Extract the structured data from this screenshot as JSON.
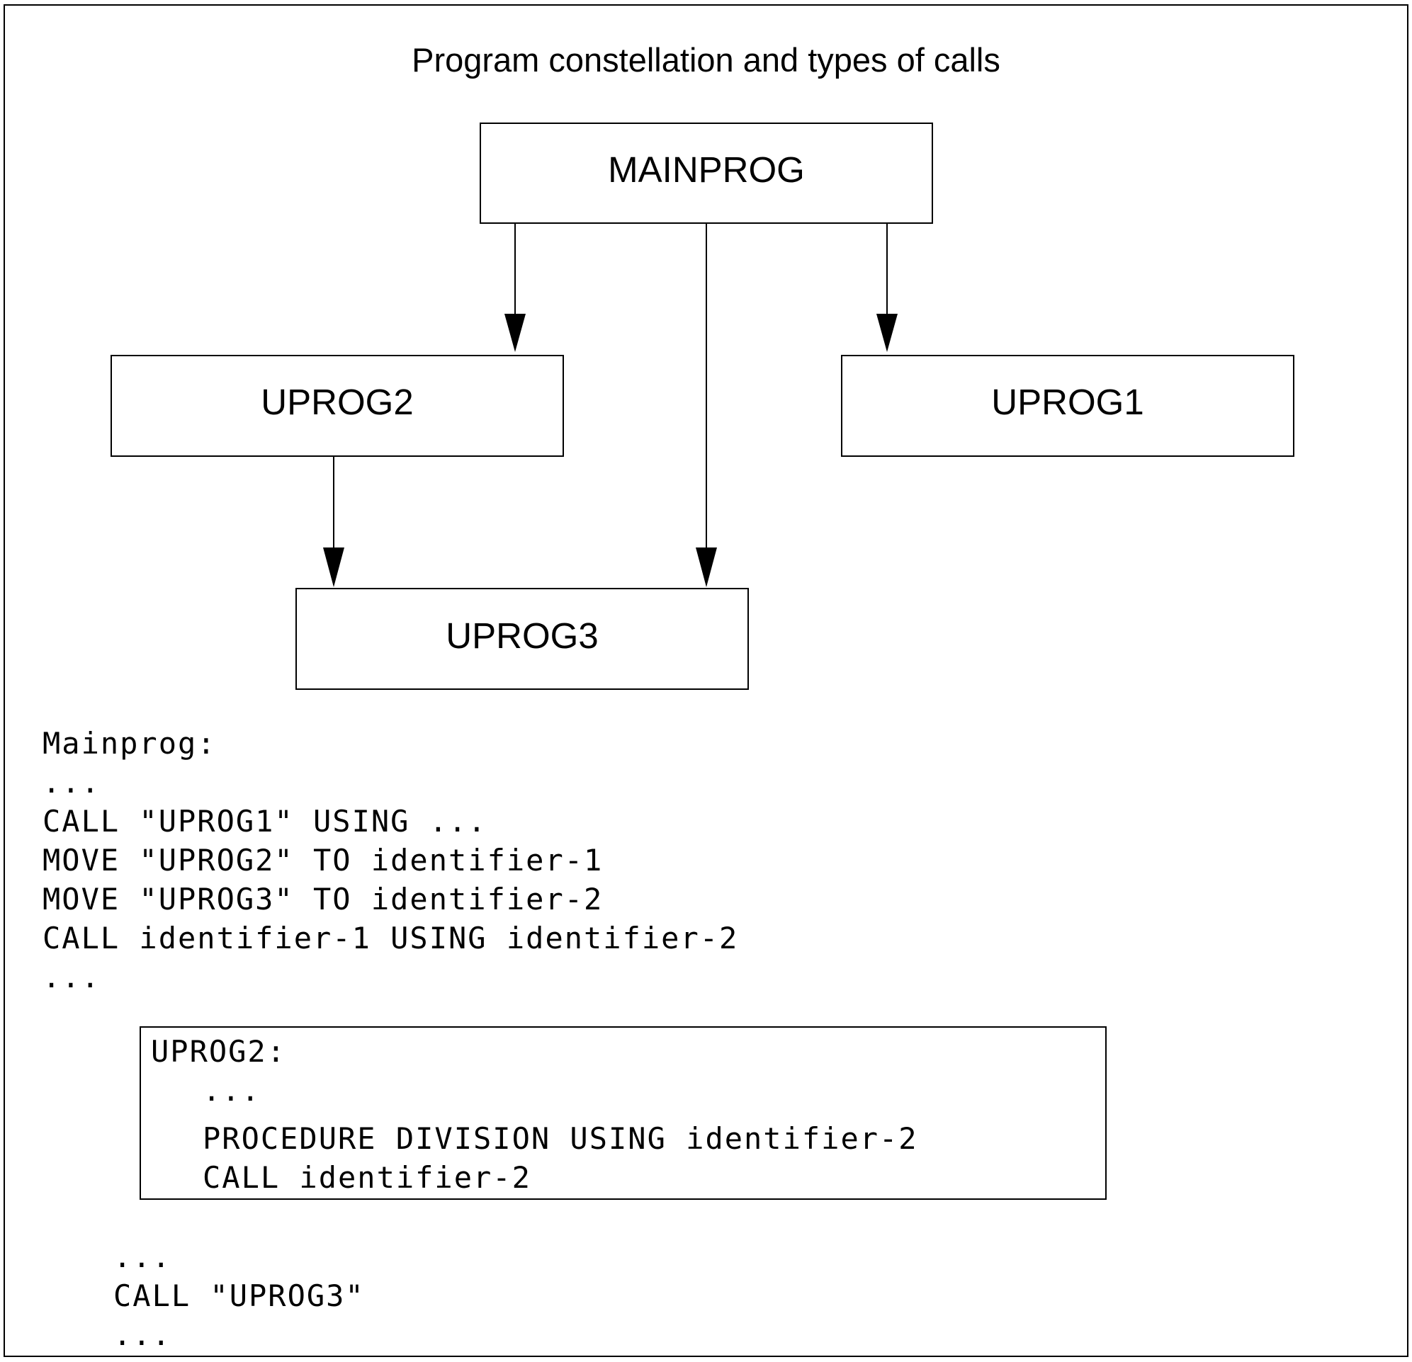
{
  "title": "Program constellation and types of calls",
  "boxes": {
    "mainprog": "MAINPROG",
    "uprog2": "UPROG2",
    "uprog1": "UPROG1",
    "uprog3": "UPROG3"
  },
  "mainprog_code": {
    "lines": [
      "Mainprog:",
      "...",
      "CALL \"UPROG1\" USING ...",
      "MOVE \"UPROG2\" TO identifier-1",
      "MOVE \"UPROG3\" TO identifier-2",
      "CALL identifier-1 USING identifier-2",
      "..."
    ]
  },
  "uprog2_code": {
    "header": "UPROG2:",
    "lines": [
      "...",
      "PROCEDURE DIVISION USING identifier-2",
      "CALL identifier-2"
    ]
  },
  "trailing_code": {
    "lines": [
      "...",
      "CALL \"UPROG3\"",
      "..."
    ]
  }
}
